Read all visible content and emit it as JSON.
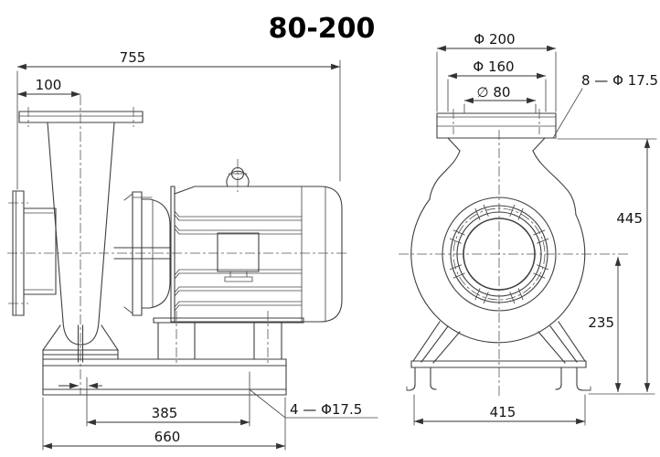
{
  "title": "80-200",
  "colors": {
    "line": "#3f3f3f",
    "text": "#141414",
    "background": "#ffffff"
  },
  "side_view": {
    "name": "pump side view",
    "dims": {
      "overall_length": "755",
      "flange_face_to_discharge_axis": "100",
      "anchor_bolt_spacing": "385",
      "base_length": "660",
      "anchor_holes": "4 — Φ17.5"
    }
  },
  "front_view": {
    "name": "pump front view",
    "dims": {
      "flange_od": "Φ 200",
      "bolt_circle_dia": "Φ 160",
      "port_dia": "∅ 80",
      "flange_holes": "8 — Φ 17.5",
      "overall_height": "445",
      "axis_height": "235",
      "base_width": "415"
    }
  }
}
